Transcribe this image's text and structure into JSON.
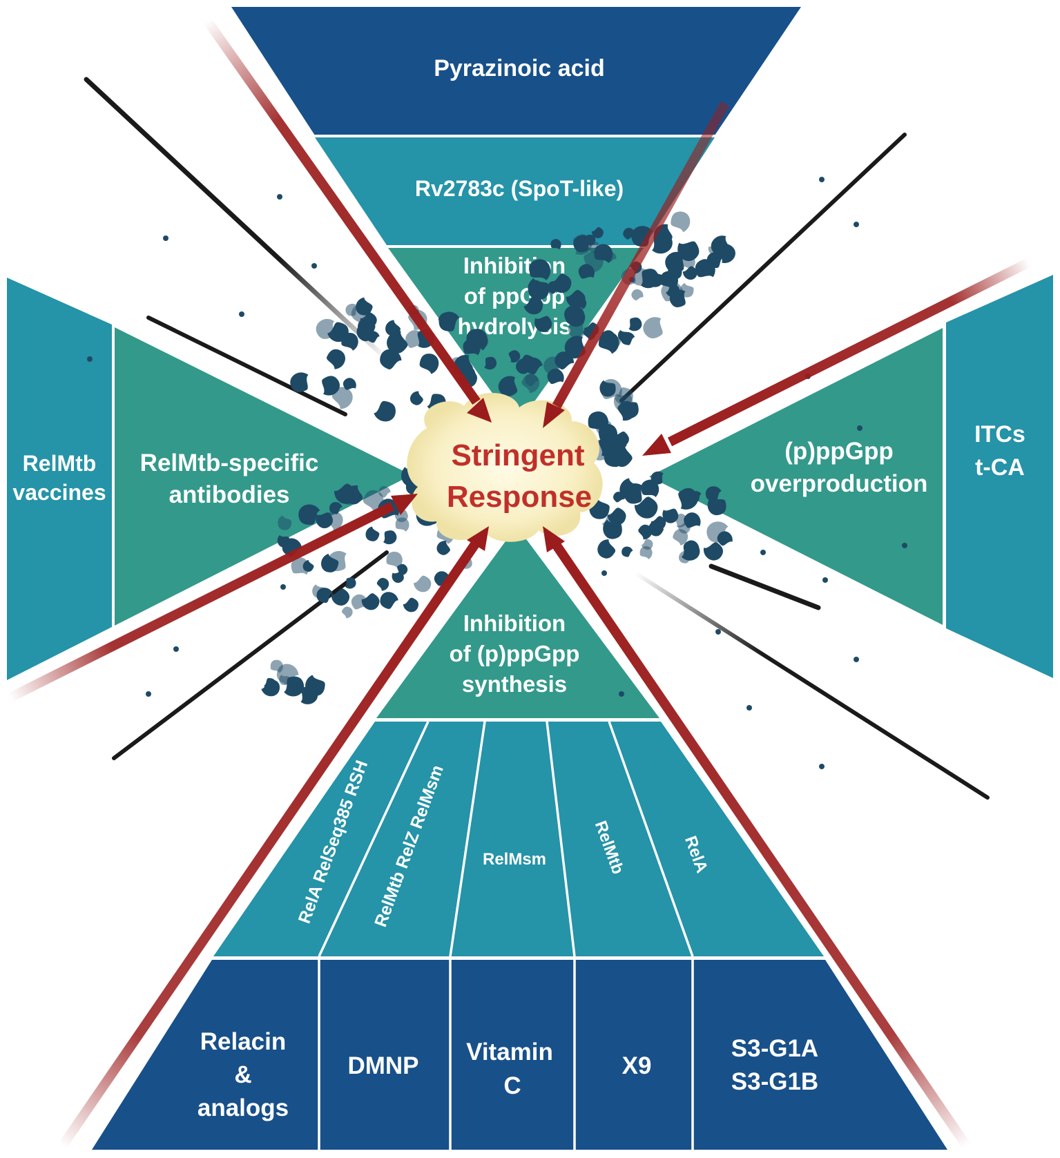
{
  "center": {
    "line1": "Stringent",
    "line2": "Response"
  },
  "top": {
    "outer": "Pyrazinoic acid",
    "middle": "Rv2783c (SpoT-like)",
    "inner": [
      "Inhibition",
      "of ppGpp",
      "hydrolysis"
    ]
  },
  "left": {
    "outer": [
      "RelMtb",
      "vaccines"
    ],
    "inner": [
      "RelMtb-specific",
      "antibodies"
    ]
  },
  "right": {
    "outer": [
      "ITCs",
      "t-CA"
    ],
    "inner": [
      "(p)ppGpp",
      "overproduction"
    ]
  },
  "bottom": {
    "inner": [
      "Inhibition",
      "of (p)ppGpp",
      "synthesis"
    ],
    "targets": [
      "RelA  RelSeq385  RSH",
      "RelMtb  RelZ  RelMsm",
      "RelMsm",
      "RelMtb",
      "RelA"
    ],
    "inhibitors": [
      [
        "Relacin",
        "&",
        "analogs"
      ],
      [
        "DMNP"
      ],
      [
        "Vitamin",
        "C"
      ],
      [
        "X9"
      ],
      [
        "S3-G1A",
        "S3-G1B"
      ]
    ]
  },
  "colors": {
    "dark_blue": "#18508a",
    "mid_teal": "#2593a8",
    "green_teal": "#33998b",
    "arrow_red": "#9b1c1c",
    "particle": "#1e4a66",
    "burst": "#fbf6d6",
    "center_text": "#c0302a"
  }
}
